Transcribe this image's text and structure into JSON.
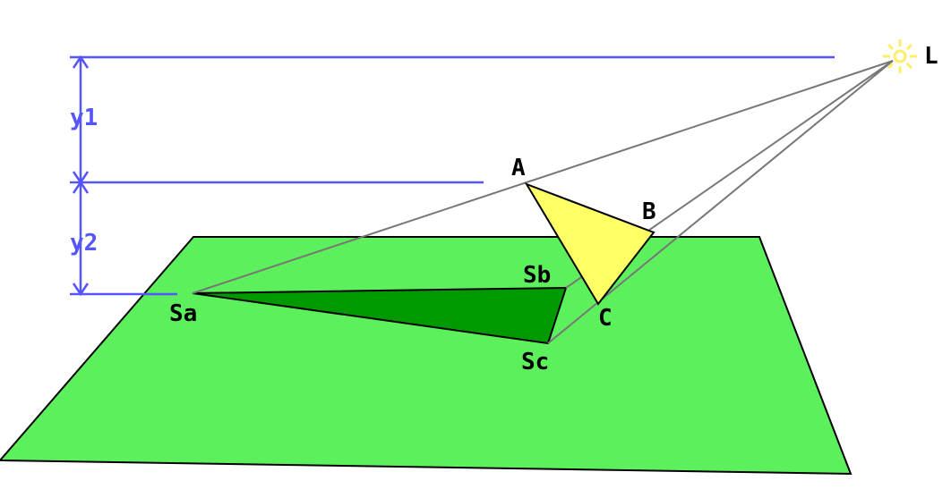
{
  "labels": {
    "light": "L",
    "vertex_a": "A",
    "vertex_b": "B",
    "vertex_c": "C",
    "shadow_a": "Sa",
    "shadow_b": "Sb",
    "shadow_c": "Sc",
    "height_1": "y1",
    "height_2": "y2"
  },
  "colors": {
    "plane": "#5cf05c",
    "shadow": "#009a00",
    "triangle": "#ffff66",
    "dimension": "#5555ff",
    "ray": "#777777",
    "light": "#ffee66"
  }
}
